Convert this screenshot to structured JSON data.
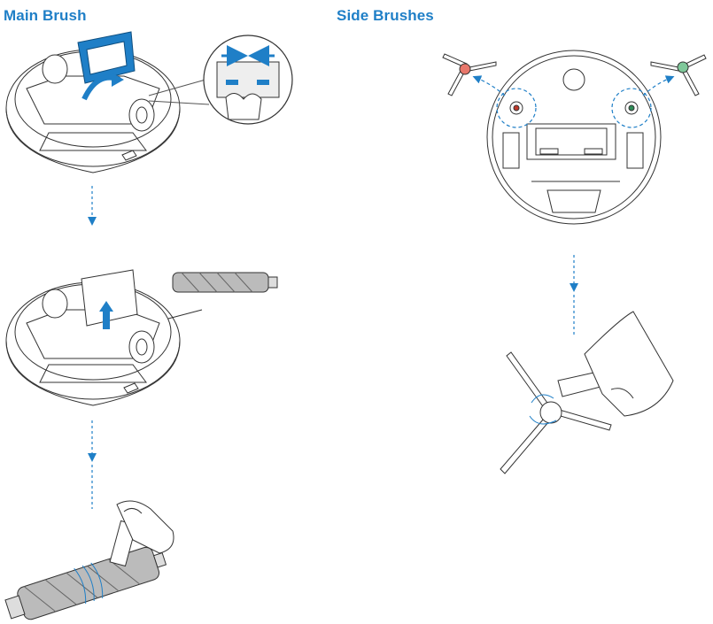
{
  "sections": {
    "main_brush": {
      "title": "Main Brush"
    },
    "side_brushes": {
      "title": "Side Brushes"
    }
  },
  "colors": {
    "heading": "#1f7fc7",
    "accent_blue": "#1f7fc7",
    "line": "#333333",
    "side_brush_left_hub": "#e8776b",
    "side_brush_right_hub": "#7fc89a"
  },
  "icons": [
    "robot-vacuum-top",
    "main-brush",
    "side-brush",
    "hand",
    "cleaning-tool",
    "down-arrow"
  ]
}
